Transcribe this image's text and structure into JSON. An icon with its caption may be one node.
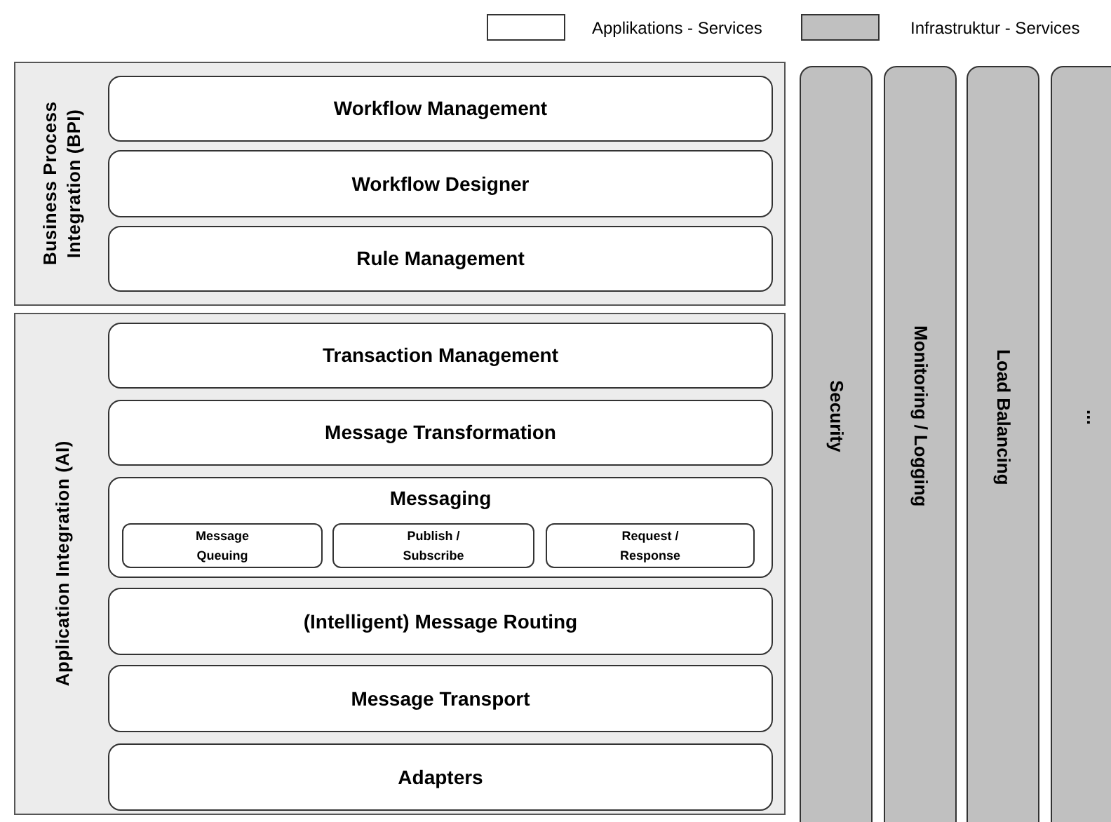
{
  "diagram": {
    "nodes": [
      {
        "text": [
          "Business Process Integration (BPI)"
        ]
      },
      {
        "text": [
          "Workflow Management"
        ],
        "in": 0
      },
      {
        "text": [
          "Workflow Designer"
        ],
        "in": 0
      },
      {
        "text": [
          "Rule Management"
        ],
        "in": 0
      },
      {
        "text": [
          "Application Integration (AI)"
        ]
      },
      {
        "text": [
          "Transaction Management"
        ],
        "in": 4
      },
      {
        "text": [
          "Message Transformation"
        ],
        "in": 4
      },
      {
        "text": [
          "Messaging"
        ],
        "in": 4
      },
      {
        "text": [
          "Message Queuing"
        ],
        "in": 7
      },
      {
        "text": [
          "Publish / Subscribe"
        ],
        "in": 7
      },
      {
        "text": [
          "Request / Response"
        ],
        "in": 7
      },
      {
        "text": [
          "(Intelligent) Message Routing"
        ],
        "in": 4
      },
      {
        "text": [
          "Message Transport"
        ],
        "in": 4
      },
      {
        "text": [
          "Adapters"
        ],
        "in": 4
      },
      {
        "text": [
          "Security"
        ]
      },
      {
        "text": [
          "Monitoring / Logging"
        ]
      },
      {
        "text": [
          "Load Balancing"
        ]
      },
      {
        "text": [
          "..."
        ]
      }
    ],
    "legend": [
      {
        "text": "Applikations - Services",
        "color": "#ffffff"
      },
      {
        "text": "Infrastruktur - Services",
        "color": "#c0c0c0"
      }
    ]
  }
}
